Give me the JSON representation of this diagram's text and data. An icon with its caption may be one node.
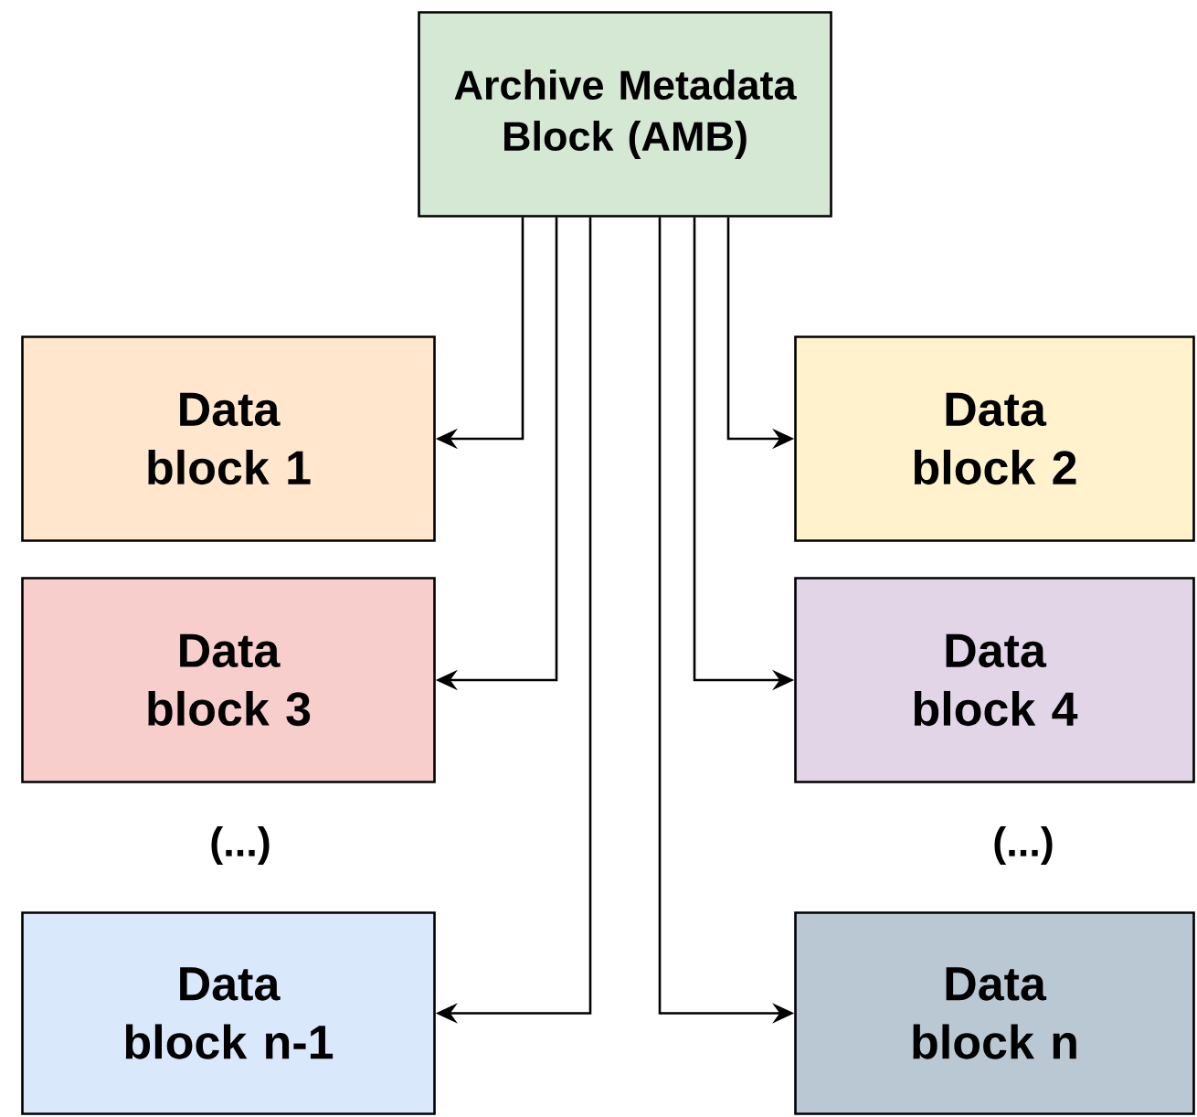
{
  "diagram": {
    "nodes": [
      {
        "text": [
          "Archive Metadata Block (AMB)"
        ]
      },
      {
        "text": [
          "Data block 1"
        ]
      },
      {
        "text": [
          "Data block 2"
        ]
      },
      {
        "text": [
          "Data block 3"
        ]
      },
      {
        "text": [
          "Data block 4"
        ]
      },
      {
        "text": [
          "Data block n-1"
        ]
      },
      {
        "text": [
          "Data block n"
        ]
      }
    ],
    "edges": [
      {
        "from": 0,
        "to": 1,
        "arrow": "to"
      },
      {
        "from": 0,
        "to": 2,
        "arrow": "to"
      },
      {
        "from": 0,
        "to": 3,
        "arrow": "to"
      },
      {
        "from": 0,
        "to": 4,
        "arrow": "to"
      },
      {
        "from": 0,
        "to": 5,
        "arrow": "to"
      },
      {
        "from": 0,
        "to": 6,
        "arrow": "to"
      }
    ],
    "labels": [
      "(...)",
      "(...)"
    ]
  }
}
